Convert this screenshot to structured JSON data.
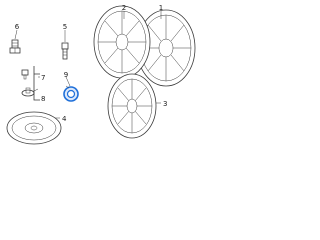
{
  "callouts": {
    "wheel_top_left": "2",
    "wheel_top_right": "1",
    "lug_nut": "6",
    "valve_stem": "5",
    "bracket_7": "7",
    "bracket_8": "8",
    "center_cap": "9",
    "spare_wheel": "4",
    "wheel_bottom": "3"
  },
  "colors": {
    "highlight": "#1e6fd9",
    "line": "#3a3a3a"
  }
}
